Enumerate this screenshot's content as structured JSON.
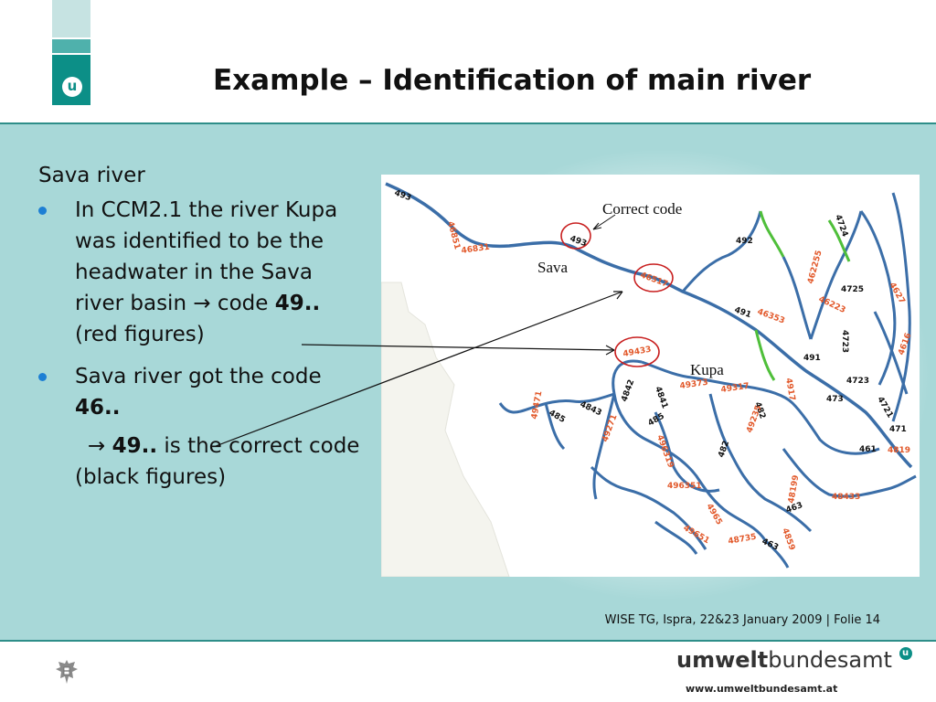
{
  "slide": {
    "logo_letter": "u",
    "title": "Example – Identification of main river",
    "footer": "WISE TG, Ispra, 22&23 January 2009 | Folie 14"
  },
  "body": {
    "heading": "Sava river",
    "bullet1_text": "In CCM2.1 the river Kupa was identified to be the headwater in the Sava river basin ",
    "bullet1_arrow": "→",
    "bullet1_code_prefix": " code ",
    "bullet1_code": "49..",
    "bullet1_tail": "(red figures)",
    "bullet2_text": "Sava river got the code ",
    "bullet2_code": "46..",
    "sub_arrow": "→",
    "sub_code": "49..",
    "sub_text": " is the correct code (black figures)"
  },
  "map": {
    "annotation_correct": "Correct code",
    "label_sava": "Sava",
    "label_kupa": "Kupa",
    "labels_black": [
      "493",
      "493",
      "492",
      "4724",
      "4725",
      "491",
      "4723",
      "491",
      "473",
      "4723",
      "4721",
      "471",
      "461",
      "482",
      "485",
      "4843",
      "4842",
      "4841",
      "485",
      "482",
      "463",
      "463"
    ],
    "labels_red": [
      "46851",
      "46831",
      "46517",
      "46353",
      "462255",
      "46223",
      "4627",
      "4616",
      "49433",
      "49471",
      "49271",
      "49373",
      "49317",
      "4917",
      "49235",
      "496319",
      "496351",
      "4965",
      "49651",
      "48735",
      "48199",
      "48433",
      "4859",
      "4819"
    ]
  },
  "footer_brand": {
    "prefix": "umwelt",
    "suffix": "bundesamt",
    "url": "www.umweltbundesamt.at"
  },
  "colors": {
    "accent": "#0c8f87",
    "content_bg": "#a8d8d8",
    "river": "#3b6ea8",
    "red_label": "#e2592b"
  }
}
